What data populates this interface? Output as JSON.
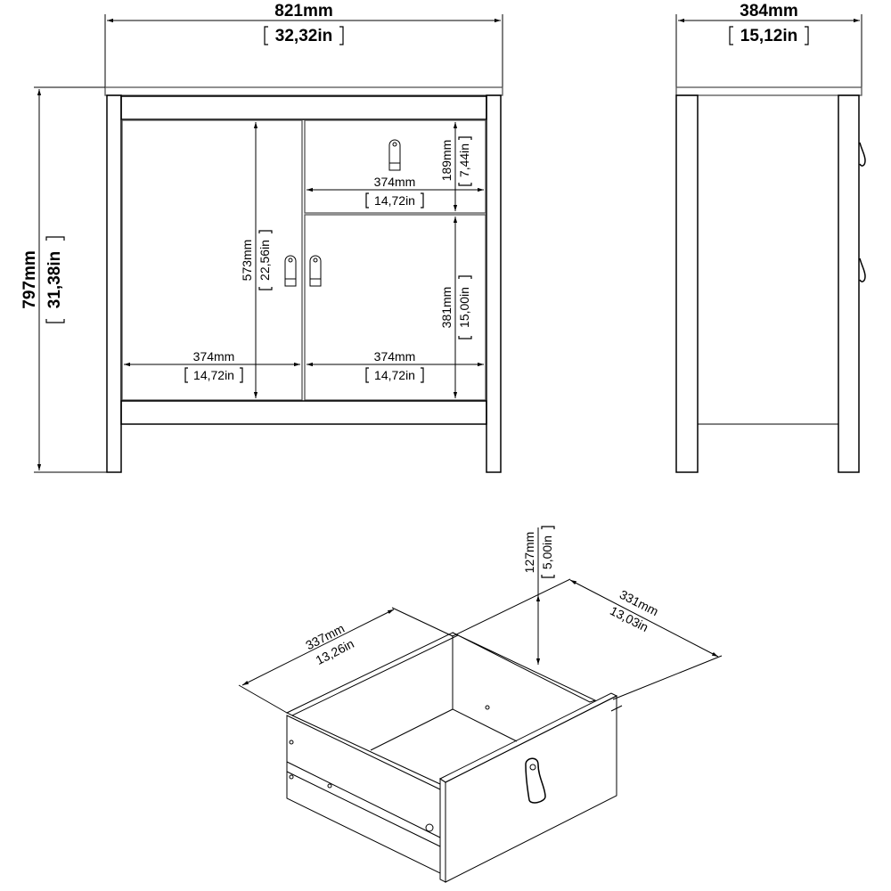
{
  "drawing": {
    "front_view": {
      "width": {
        "mm": "821mm",
        "in": "32,32in"
      },
      "height": {
        "mm": "797mm",
        "in": "31,38in"
      },
      "left_door_height": {
        "mm": "573mm",
        "in": "22,56in"
      },
      "left_door_width": {
        "mm": "374mm",
        "in": "14,72in"
      },
      "drawer_width": {
        "mm": "374mm",
        "in": "14,72in"
      },
      "drawer_height": {
        "mm": "189mm",
        "in": "7,44in"
      },
      "right_door_width": {
        "mm": "374mm",
        "in": "14,72in"
      },
      "right_door_height": {
        "mm": "381mm",
        "in": "15,00in"
      }
    },
    "side_view": {
      "depth": {
        "mm": "384mm",
        "in": "15,12in"
      }
    },
    "drawer_view": {
      "width": {
        "mm": "337mm",
        "in": "13,26in"
      },
      "depth": {
        "mm": "331mm",
        "in": "13,03in"
      },
      "height": {
        "mm": "127mm",
        "in": "5,00in"
      }
    }
  }
}
